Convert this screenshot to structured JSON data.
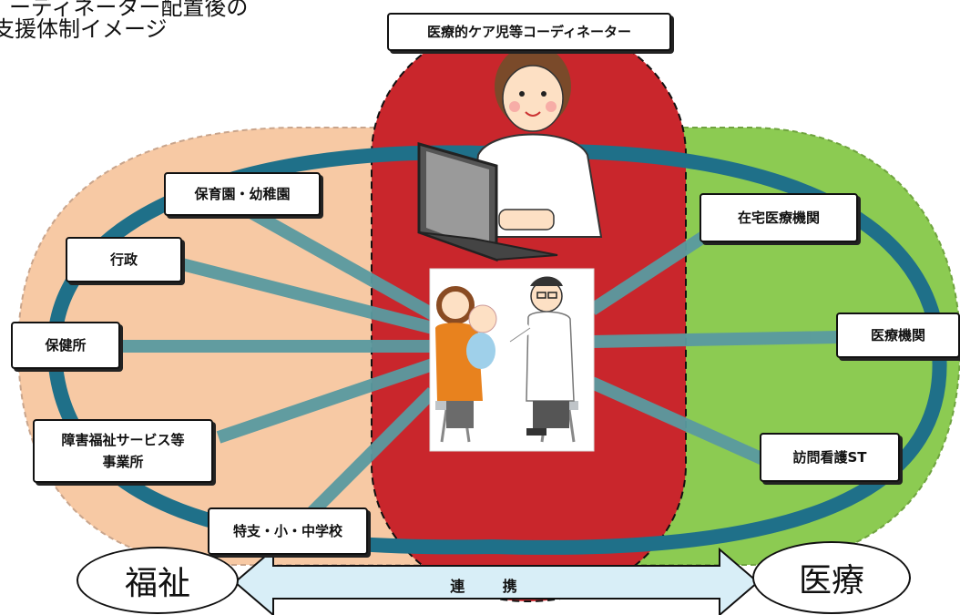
{
  "header": {
    "line1": "ーディネーター配置後の",
    "line2": "支援体制イメージ"
  },
  "coordinator_label": "医療的ケア児等コーディネーター",
  "welfare_nodes": {
    "nursery": "保育園・幼稚園",
    "administration": "行政",
    "health_center": "保健所",
    "disability_services_line1": "障害福祉サービス等",
    "disability_services_line2": "事業所",
    "special_school": "特支・小・中学校"
  },
  "medical_nodes": {
    "home_medical": "在宅医療機関",
    "medical_institution": "医療機関",
    "visiting_nursing": "訪問看護ST"
  },
  "bottom": {
    "welfare": "福祉",
    "medical": "医療",
    "cooperation": "連 携"
  },
  "colors": {
    "welfare_area": "#F7C9A4",
    "medical_area": "#8CCB52",
    "coordinator_area": "#C9262C",
    "network_ring": "#1F7089",
    "connector": "#5A9AA0",
    "arrow_fill": "#D8EEF7"
  }
}
